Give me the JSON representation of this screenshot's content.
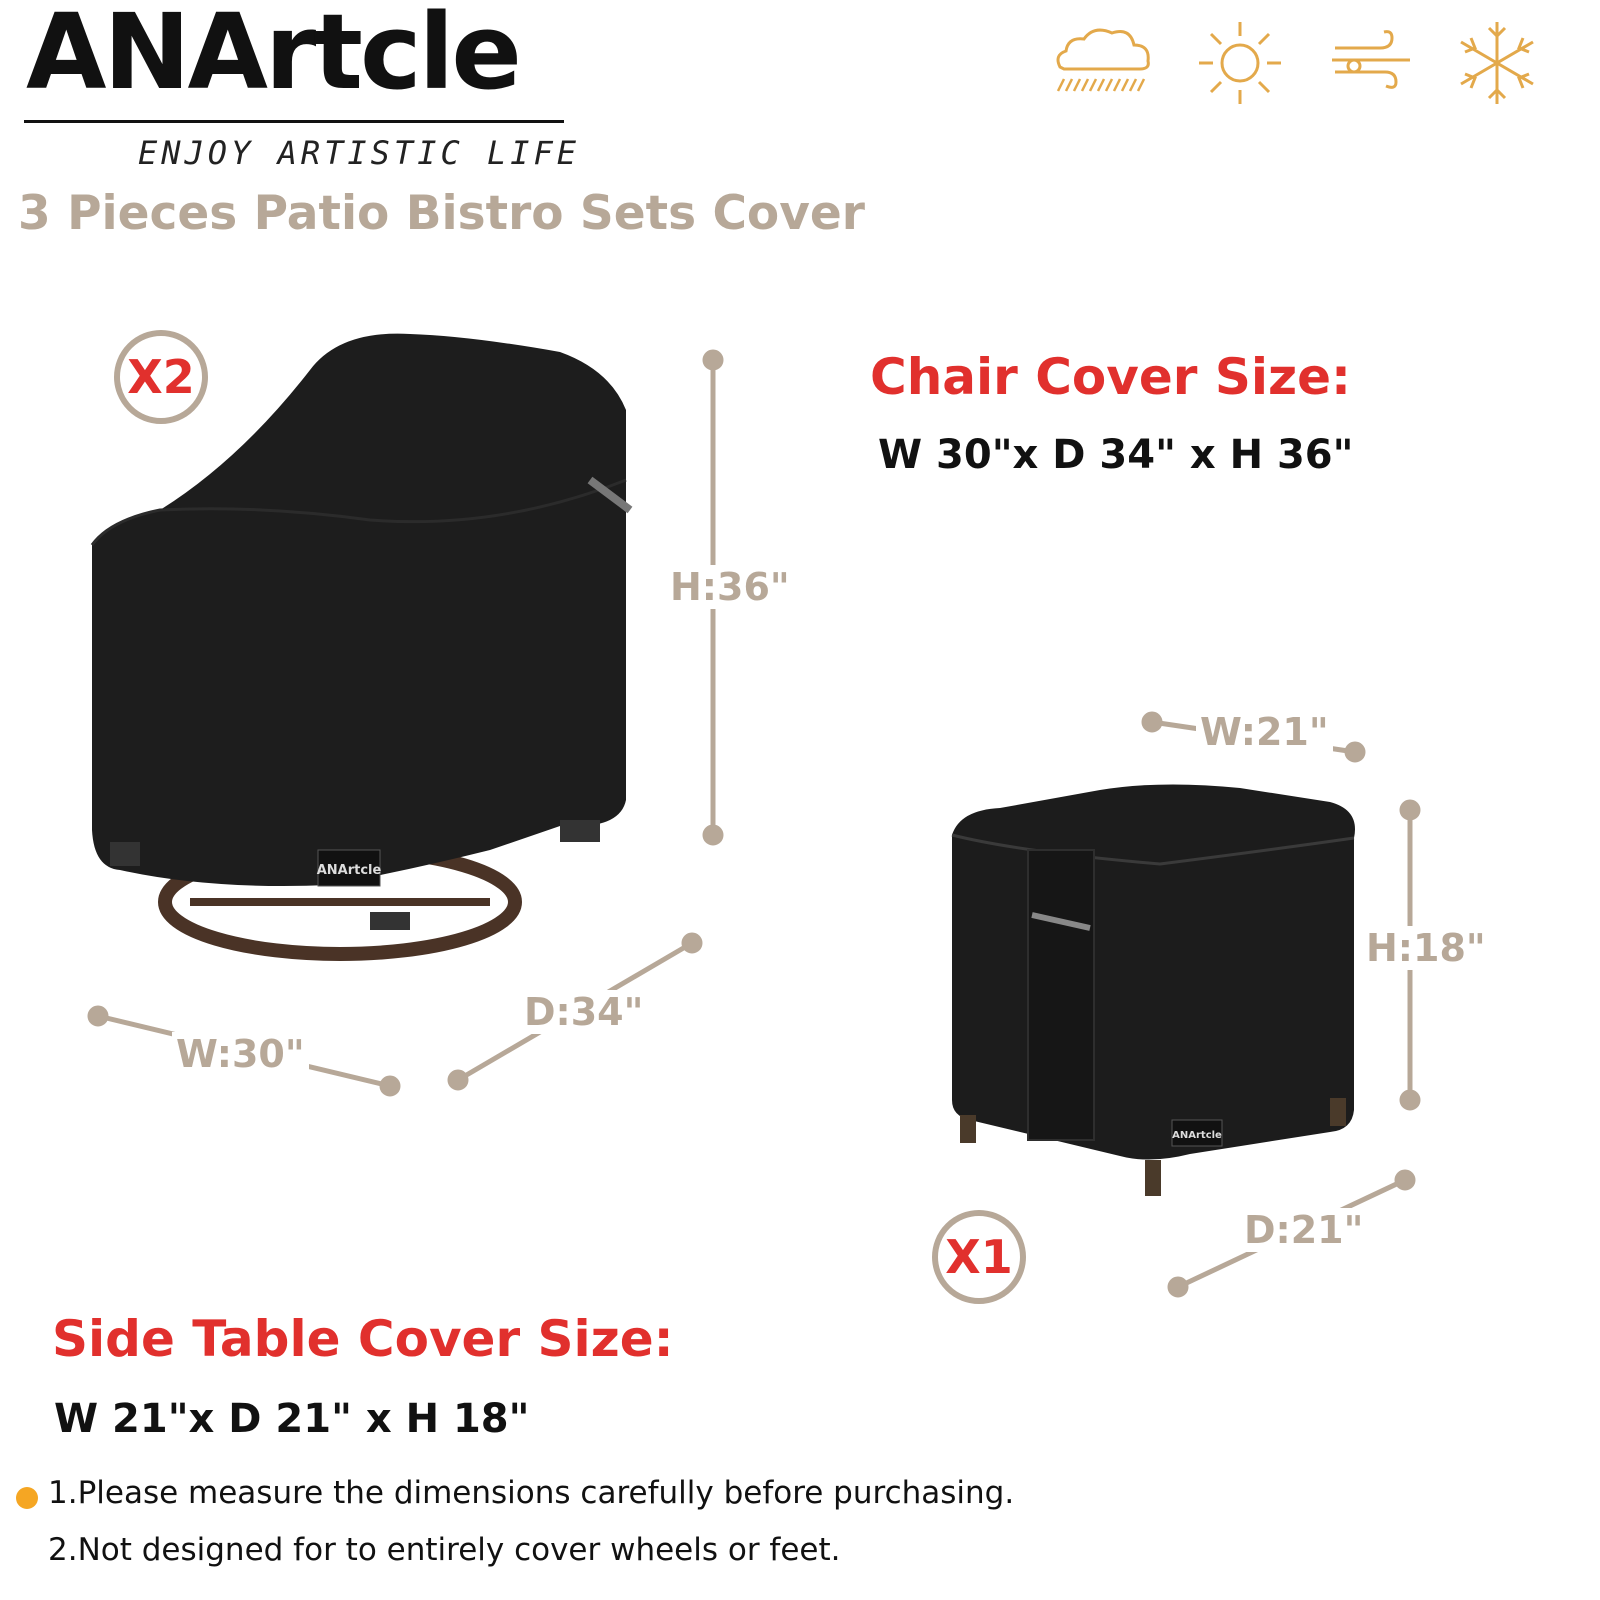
{
  "brand": {
    "name": "ANArtcle",
    "tagline": "ENJOY ARTISTIC LIFE",
    "colors": {
      "accent": "#b7a898",
      "red": "#e1302d",
      "icon": "#e3a94b"
    }
  },
  "weather_icons": [
    "rain-cloud-icon",
    "sun-icon",
    "wind-icon",
    "snowflake-icon"
  ],
  "headline": "3 Pieces Patio Bistro Sets Cover",
  "chair": {
    "quantity": "X2",
    "title": "Chair Cover Size:",
    "size": "W 30\"x D 34\" x H 36\"",
    "dims": {
      "height": "H:36\"",
      "width": "W:30\"",
      "depth": "D:34\""
    },
    "label": "ANArtcle"
  },
  "table": {
    "quantity": "X1",
    "title": "Side Table Cover Size:",
    "size": "W 21\"x D 21\" x H 18\"",
    "dims": {
      "width": "W:21\"",
      "height": "H:18\"",
      "depth": "D:21\""
    },
    "label": "ANArtcle"
  },
  "notes": [
    "1.Please measure the dimensions carefully before purchasing.",
    "2.Not designed for to entirely cover wheels or feet."
  ]
}
